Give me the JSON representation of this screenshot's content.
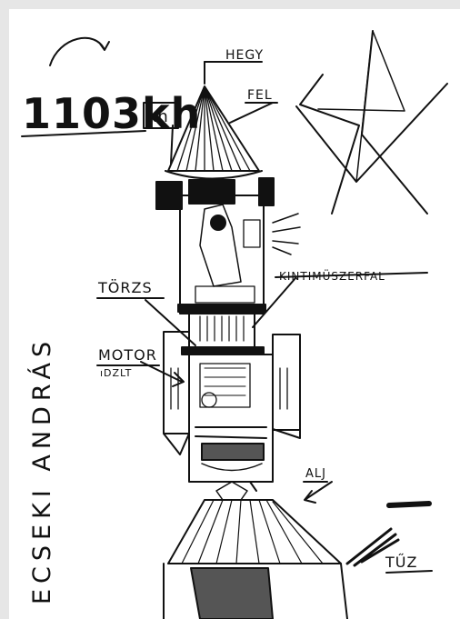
{
  "drawing": {
    "labels": {
      "hegy": "HEGY",
      "fel": "FEL",
      "speed": "1103kh",
      "kh_box": "kh",
      "torzs": "TÖRZS",
      "kintimuszerfal": "KINTIMÜSZERFAL",
      "motor": "MOTOR",
      "motor_sub": "ıDZLT",
      "alj": "ALJ",
      "tuz": "TŰZ",
      "author": "ECSEKI ANDRÁS"
    }
  }
}
